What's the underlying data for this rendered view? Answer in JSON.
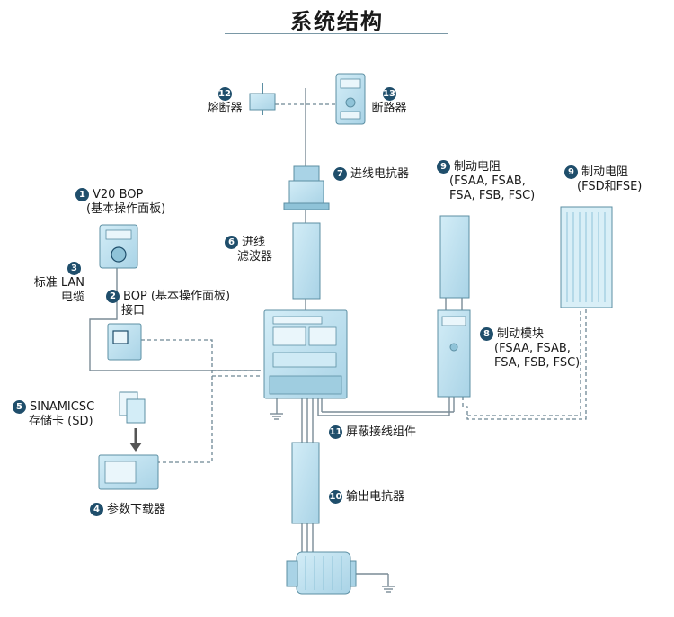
{
  "title": "系统结构",
  "components": [
    {
      "num": "1",
      "lines": [
        "V20 BOP",
        "(基本操作面板)"
      ]
    },
    {
      "num": "2",
      "lines": [
        "BOP (基本操作面板)",
        "接口"
      ]
    },
    {
      "num": "3",
      "lines": [
        "标准 LAN",
        "电缆"
      ]
    },
    {
      "num": "4",
      "lines": [
        "参数下载器"
      ]
    },
    {
      "num": "5",
      "lines": [
        "SINAMICSC",
        "存储卡 (SD)"
      ]
    },
    {
      "num": "6",
      "lines": [
        "进线",
        "滤波器"
      ]
    },
    {
      "num": "7",
      "lines": [
        "进线电抗器"
      ]
    },
    {
      "num": "8",
      "lines": [
        "制动模块",
        "(FSAA, FSAB,",
        "FSA, FSB, FSC)"
      ]
    },
    {
      "num": "9",
      "lines": [
        "制动电阻",
        "(FSAA, FSAB,",
        "FSA, FSB, FSC)"
      ]
    },
    {
      "num": "9",
      "lines": [
        "制动电阻",
        "(FSD和FSE)"
      ]
    },
    {
      "num": "10",
      "lines": [
        "输出电抗器"
      ]
    },
    {
      "num": "11",
      "lines": [
        "屏蔽接线组件"
      ]
    },
    {
      "num": "12",
      "lines": [
        "熔断器"
      ]
    },
    {
      "num": "13",
      "lines": [
        "断路器"
      ]
    }
  ],
  "colors": {
    "device_fill": "#bfe2f0",
    "device_stroke": "#5c8fa3",
    "badge": "#1f4e6b",
    "wire": "#7a8c96",
    "dashed": "#6e8794"
  }
}
